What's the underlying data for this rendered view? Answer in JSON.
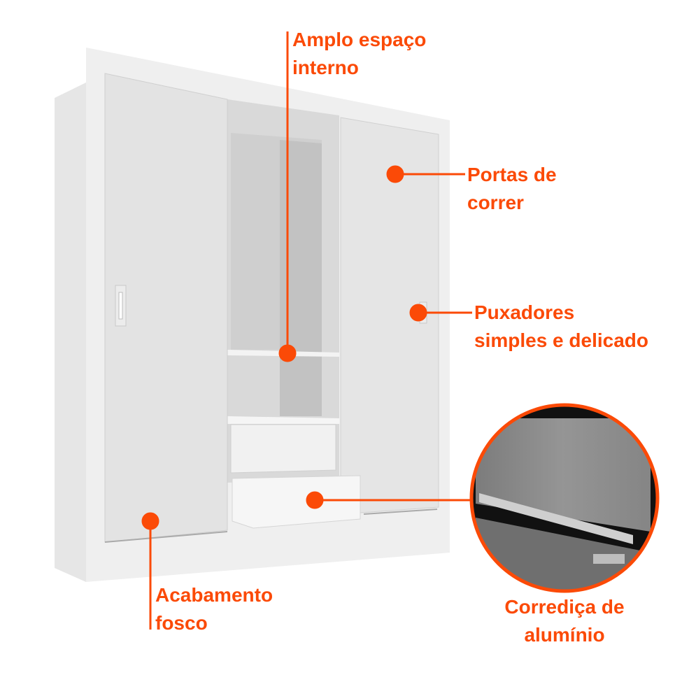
{
  "accent_color": "#fb4a07",
  "callouts": {
    "interior": {
      "line1": "Amplo espaço",
      "line2": "interno"
    },
    "doors": {
      "line1": "Portas de",
      "line2": "correr"
    },
    "handles": {
      "line1": "Puxadores",
      "line2": "simples e delicado"
    },
    "finish": {
      "line1": "Acabamento",
      "line2": "fosco"
    },
    "slide": {
      "line1": "Corrediça de",
      "line2": "alumínio"
    }
  }
}
